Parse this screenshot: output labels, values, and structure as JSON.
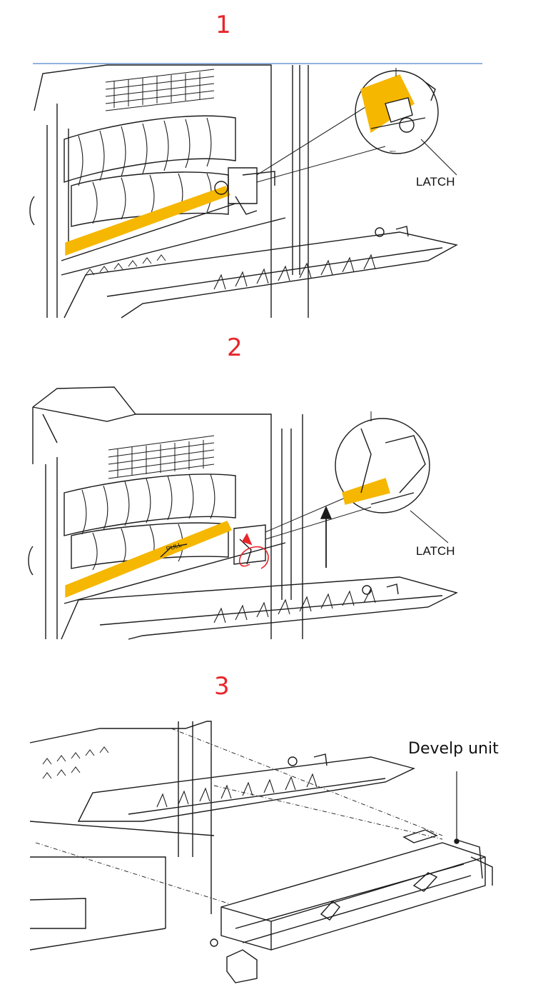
{
  "steps": [
    {
      "number": "1",
      "callout": "LATCH"
    },
    {
      "number": "2",
      "callout": "LATCH"
    },
    {
      "number": "3",
      "callout": "Develp unit"
    }
  ],
  "colors": {
    "step_number": "#e8262b",
    "highlight": "#f5b700",
    "line": "#1a1a1a",
    "rule": "#6f98d6"
  },
  "icons": [
    "magnifier-callout-icon",
    "up-arrow-icon",
    "rotate-arrow-icon"
  ]
}
